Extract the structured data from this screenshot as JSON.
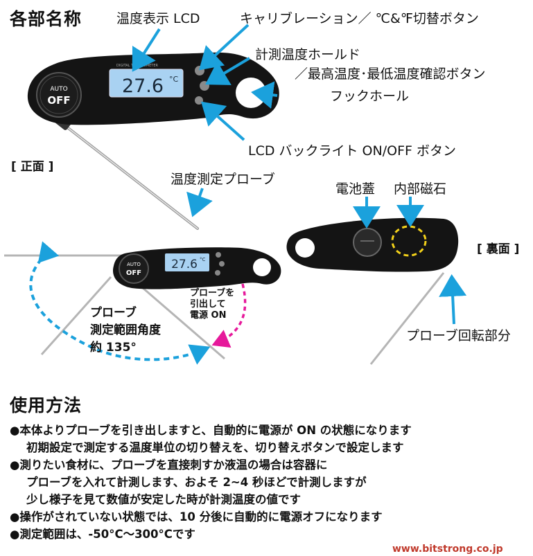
{
  "section_parts": {
    "title": "各部名称",
    "labels": {
      "lcd": "温度表示 LCD",
      "calibration": "キャリブレーション／ ℃&℉切替ボタン",
      "hold_line1": "計測温度ホールド",
      "hold_line2": "／最高温度･最低温度確認ボタン",
      "hook": "フックホール",
      "backlight": "LCD バックライト ON/OFF ボタン",
      "front": "[ 正面 ]",
      "probe": "温度測定プローブ",
      "battery": "電池蓋",
      "magnet": "内部磁石",
      "back": "[ 裏面 ]",
      "probe_rotate": "プローブ回転部分",
      "angle_line1": "プローブ",
      "angle_line2": "測定範囲角度",
      "angle_line3": "約 135°",
      "power_line1": "プローブを",
      "power_line2": "引出して",
      "power_line3": "電源 ON"
    },
    "device": {
      "display_value": "27.6",
      "display_unit": "°C",
      "auto": "AUTO",
      "off": "OFF",
      "brand": "DIGITAL THERMOMETER"
    }
  },
  "section_usage": {
    "title": "使用方法",
    "bullets": [
      {
        "marker": "●",
        "lines": [
          "本体よりプローブを引き出しますと、自動的に電源が ON の状態になります",
          "初期設定で測定する温度単位の切り替えを、切り替えボタンで設定します"
        ]
      },
      {
        "marker": "●",
        "lines": [
          "測りたい食材に、プローブを直接刺すか液温の場合は容器に",
          "プローブを入れて計測します、およそ 2~4 秒ほどで計測しますが",
          "少し様子を見て数値が安定した時が計測温度の値です"
        ]
      },
      {
        "marker": "●",
        "lines": [
          "操作がされていない状態では、10 分後に自動的に電源オフになります"
        ]
      },
      {
        "marker": "●",
        "lines": [
          "測定範囲は、-50°C～300°Cです"
        ]
      }
    ]
  },
  "footer": {
    "url": "www.bitstrong.co.jp"
  },
  "colors": {
    "arrow": "#1ba1dc",
    "dashed_blue": "#1ba1dc",
    "dashed_pink": "#e6199b",
    "lcd": "#a9d2f2",
    "body": "#141414",
    "magnet_ring": "#f4d21a"
  }
}
